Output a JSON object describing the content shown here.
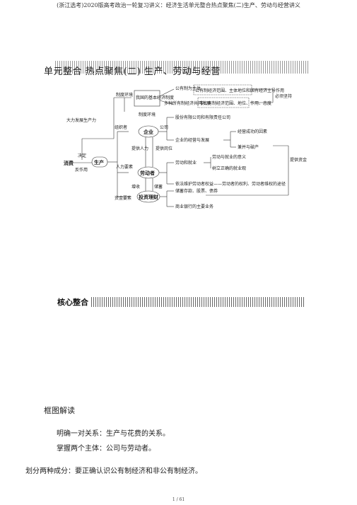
{
  "header": "(浙江选考)2020版高考政治一轮复习讲义：经济生活单元整合热点聚焦(二)生产、劳动与经营讲义",
  "title": "单元整合 热点聚焦(二) 生产、劳动与经营",
  "core_label": "核心整合",
  "diagram": {
    "productivity": "大力发展生产力",
    "consumption": "消费",
    "production": "生产",
    "decide": "决定",
    "react": "反作用",
    "system_env": "制度环境",
    "basic_system": "我国的基本经济制度",
    "public_main": "公有制为主体",
    "public_scope": "公有制经济范围、主体地位和国有经济主导作用",
    "multi_forms": "多种所有制经济共同发展",
    "nonpublic": "非公有制经济范围、地位、作用、态度",
    "must": "必须坚持",
    "system_pick": "制度环境",
    "organizer": "组织者",
    "enterprise": "企业",
    "company": "公司",
    "llc": "股份有限公司和有限责任公司",
    "operation": "企业的经营与发展",
    "success": "经营成功的因素",
    "merger": "兼并与破产",
    "provide_labor": "提供人力",
    "provide_jobs": "提供岗位",
    "human_need": "人力要素",
    "laborer": "劳动者",
    "labor_employ": "劳动和就业",
    "labor_meaning": "劳动与就业的意义",
    "right_view": "树立正确的就业观",
    "rights": "依法维护劳动者权益——劳动者的权利、劳动者维权的途径",
    "provide_capital": "提供资金",
    "raise_income": "增收",
    "save": "储蓄",
    "capital_need": "资金要素",
    "investment": "投资理财",
    "invest_ways": "储蓄存款、股票、债券",
    "bank": "商业银行的主要业务"
  },
  "section_title": "框图解读",
  "paragraphs": [
    "明确一对关系：生产与花费的关系。",
    "掌握两个主体：公司与劳动者。",
    "划分两种成分：要正确认识公有制经济和非公有制经济。"
  ],
  "footer": "1 / 61"
}
